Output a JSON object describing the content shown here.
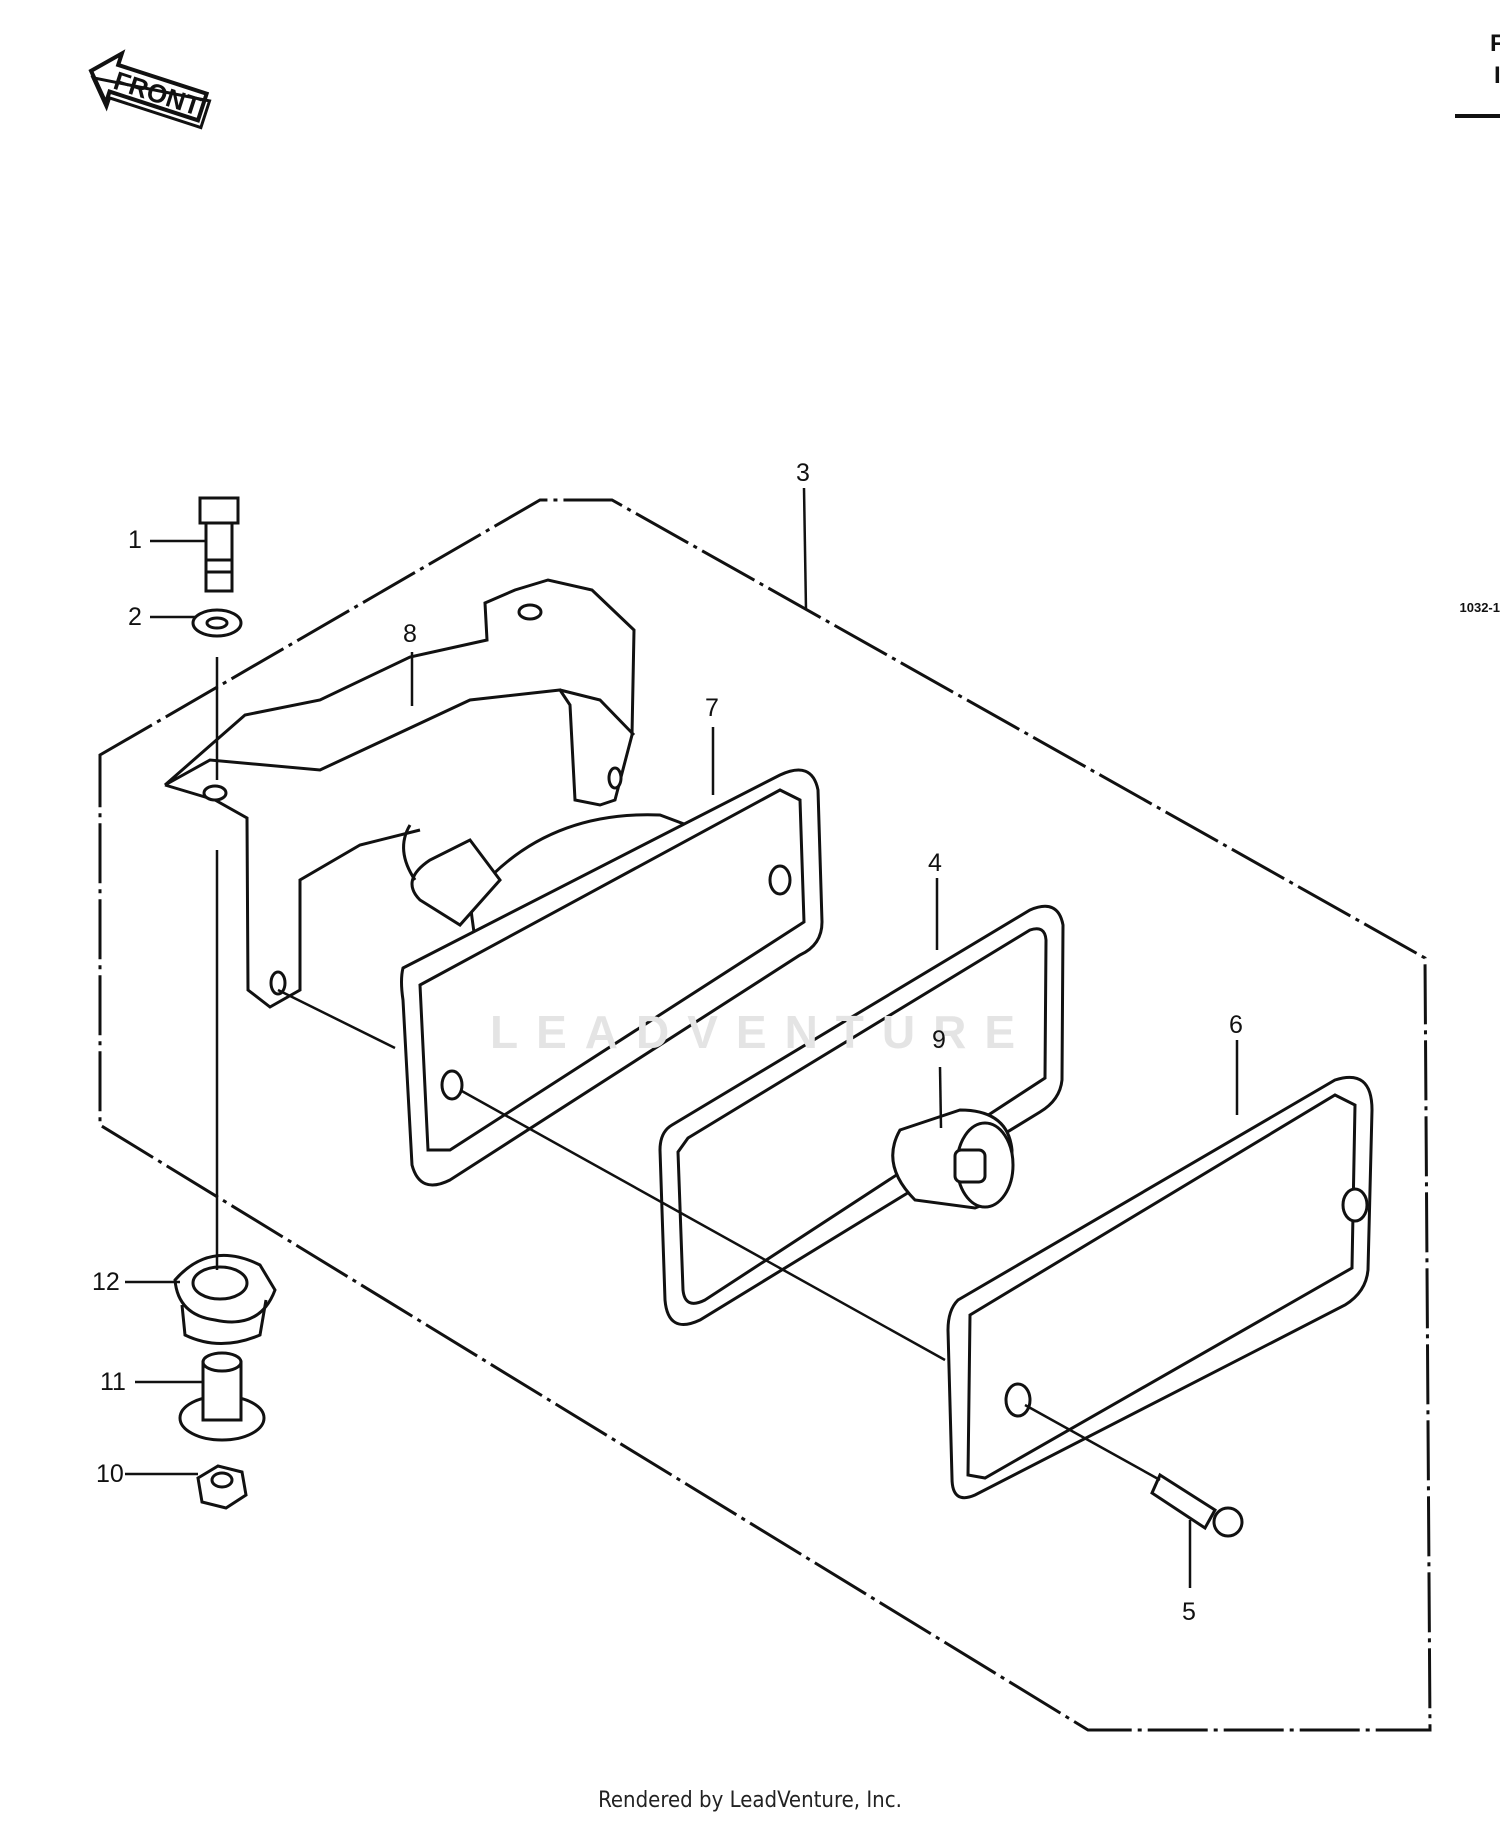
{
  "diagram": {
    "front_label": "FRONT",
    "reference_code": "1032-1",
    "edge_text_top": "F",
    "edge_text_second": "I",
    "watermark": "LEADVENTURE",
    "footer": "Rendered by LeadVenture, Inc.",
    "callouts": [
      {
        "id": "1",
        "label": "1"
      },
      {
        "id": "2",
        "label": "2"
      },
      {
        "id": "3",
        "label": "3"
      },
      {
        "id": "4",
        "label": "4"
      },
      {
        "id": "5",
        "label": "5"
      },
      {
        "id": "6",
        "label": "6"
      },
      {
        "id": "7",
        "label": "7"
      },
      {
        "id": "8",
        "label": "8"
      },
      {
        "id": "9",
        "label": "9"
      },
      {
        "id": "10",
        "label": "10"
      },
      {
        "id": "11",
        "label": "11"
      },
      {
        "id": "12",
        "label": "12"
      }
    ]
  }
}
